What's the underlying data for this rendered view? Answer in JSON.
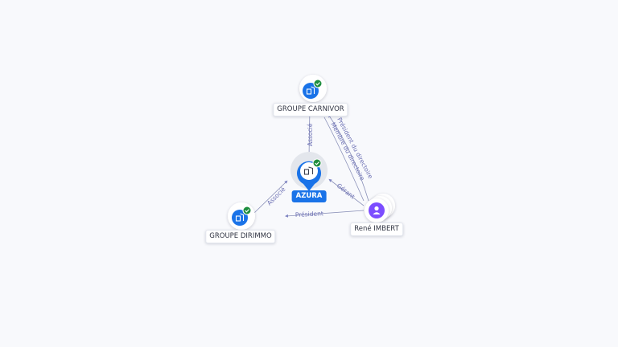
{
  "nodes": {
    "center": {
      "label": "AZURA",
      "type": "company",
      "verified": true
    },
    "carnivor": {
      "label": "GROUPE CARNIVOR",
      "type": "company",
      "verified": true
    },
    "dirimmo": {
      "label": "GROUPE DIRIMMO",
      "type": "company",
      "verified": true
    },
    "imbert": {
      "label": "René IMBERT",
      "type": "person"
    }
  },
  "edges": {
    "carnivor_azura": "Associé",
    "dirimmo_azura": "Associé",
    "imbert_dirimmo": "Président",
    "imbert_azura": "Gérant",
    "imbert_carnivor_1": "Président du directoire",
    "imbert_carnivor_2": "Membre du directoire"
  },
  "colors": {
    "company_node": "#1a73e8",
    "person_node": "#7c4dff",
    "verified_badge": "#1e8e3e",
    "edge": "#8a90b8"
  }
}
